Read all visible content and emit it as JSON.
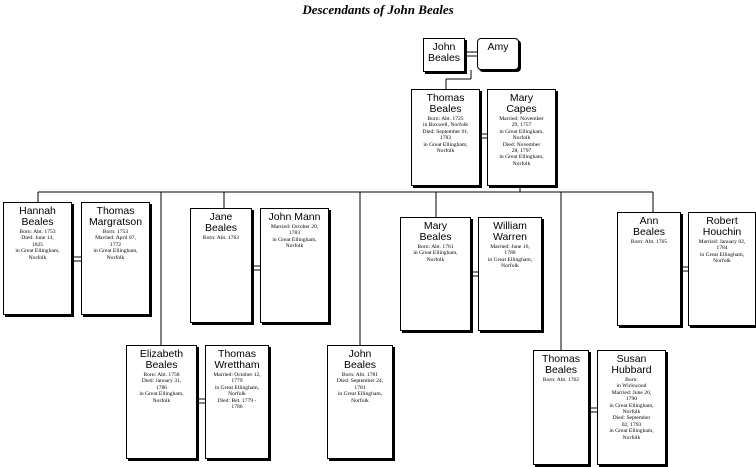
{
  "title": "Descendants of John Beales",
  "people": {
    "john_sr": {
      "name": "John\nBeales",
      "details": []
    },
    "amy": {
      "name": "Amy",
      "details": []
    },
    "thomas_sr": {
      "name": "Thomas\nBeales",
      "details": [
        "Born: Abt. 1725",
        "in Buxwell, Norfolk",
        "Died: September 01,",
        "1783",
        "in Great Ellingham,",
        "Norfolk"
      ]
    },
    "mary_capes": {
      "name": "Mary\nCapes",
      "details": [
        "Married: November",
        "29, 1757",
        "in Great Ellingham,",
        "Norfolk",
        "Died: November",
        "28, 1797",
        "in Great Ellingham,",
        "Norfolk"
      ]
    },
    "hannah": {
      "name": "Hannah\nBeales",
      "details": [
        "Born: Abt. 1753",
        "Died: June 14,",
        "1825",
        "in Great Ellingham,",
        "Norfolk"
      ]
    },
    "thomas_margratson": {
      "name": "Thomas\nMargratson",
      "details": [
        "Born: 1753",
        "Married: April 07,",
        "1772",
        "in Great Ellingham,",
        "Norfolk"
      ]
    },
    "jane": {
      "name": "Jane\nBeales",
      "details": [
        "Born: Abt. 1763"
      ]
    },
    "john_mann": {
      "name": "John Mann",
      "details": [
        "Married: October 20,",
        "1783",
        "in Great Ellingham,",
        "Norfolk"
      ]
    },
    "mary_b": {
      "name": "Mary\nBeales",
      "details": [
        "Born: Abt. 1761",
        "in Great Ellingham,",
        "Norfolk"
      ]
    },
    "william_warren": {
      "name": "William\nWarren",
      "details": [
        "Married: June 16,",
        "1780",
        "in Great Ellingham,",
        "Norfolk"
      ]
    },
    "ann": {
      "name": "Ann\nBeales",
      "details": [
        "Born: Abt. 1765"
      ]
    },
    "robert_houchin": {
      "name": "Robert\nHouchin",
      "details": [
        "Married: January 02,",
        "1784",
        "in Great Ellingham,",
        "Norfolk"
      ]
    },
    "elizabeth": {
      "name": "Elizabeth\nBeales",
      "details": [
        "Born: Abt. 1758",
        "Died: January 31,",
        "1786",
        "in Great Ellingham,",
        "Norfolk"
      ]
    },
    "thomas_wrettham": {
      "name": "Thomas\nWrettham",
      "details": [
        "Married: October 12,",
        "1779",
        "in Great Ellingham,",
        "Norfolk",
        "Died: Bet. 1779 -",
        "1786"
      ]
    },
    "john_jr": {
      "name": "John\nBeales",
      "details": [
        "Born: Abt. 1781",
        "Died: September 24,",
        "1781",
        "in Great Ellingham,",
        "Norfolk"
      ]
    },
    "thomas_jr": {
      "name": "Thomas\nBeales",
      "details": [
        "Born: Abt. 1762"
      ]
    },
    "susan_hubbard": {
      "name": "Susan\nHubbard",
      "details": [
        "Born:",
        "in Wickwood",
        "Married: June 20,",
        "1790",
        "in Great Ellingham,",
        "Norfolk",
        "Died: September",
        "02, 1793",
        "in Great Ellingham,",
        "Norfolk"
      ]
    }
  }
}
